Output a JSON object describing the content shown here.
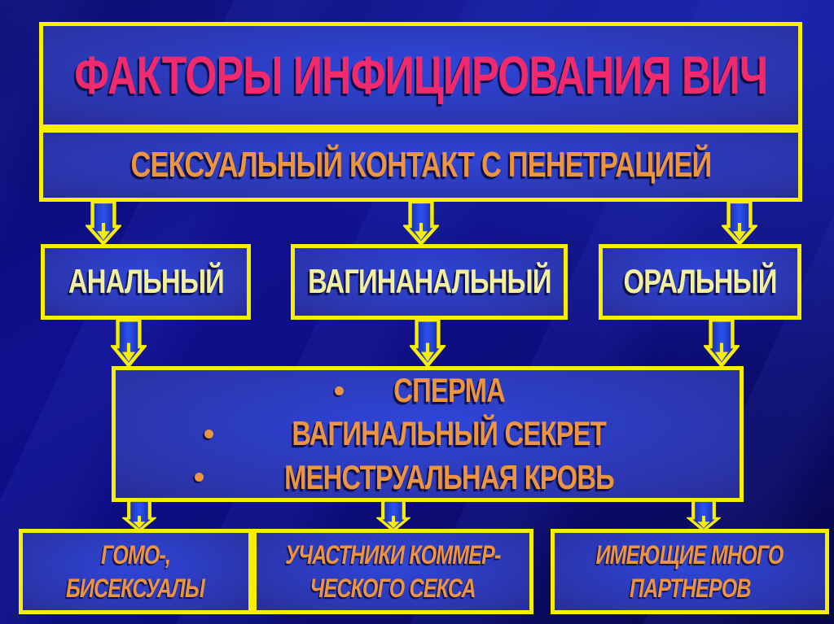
{
  "slide": {
    "title": "ФАКТОРЫ ИНФИЦИРОВАНИЯ ВИЧ",
    "subtitle": "СЕКСУАЛЬНЫЙ КОНТАКТ С  ПЕНЕТРАЦИЕЙ",
    "types": [
      {
        "label": "АНАЛЬНЫЙ"
      },
      {
        "label": "ВАГИНАНАЛЬНЫЙ"
      },
      {
        "label": "ОРАЛЬНЫЙ"
      }
    ],
    "fluids": {
      "items": [
        "СПЕРМА",
        "ВАГИНАЛЬНЫЙ СЕКРЕТ",
        "МЕНСТРУАЛЬНАЯ КРОВЬ"
      ]
    },
    "groups": [
      {
        "line1": "ГОМО-,",
        "line2": "БИСЕКСУАЛЫ"
      },
      {
        "line1": "УЧАСТНИКИ КОММЕР-",
        "line2": "ЧЕСКОГО СЕКСА"
      },
      {
        "line1": "ИМЕЮЩИЕ МНОГО",
        "line2": "ПАРТНЕРОВ"
      }
    ],
    "colors": {
      "border_yellow": "#f8ef00",
      "title_pink": "#f1296d",
      "text_orange": "#ec9440",
      "text_pale_yellow": "#f2efa0",
      "background_navy": "#0d0d7c",
      "box_blue_center": "#2e46d8"
    }
  }
}
